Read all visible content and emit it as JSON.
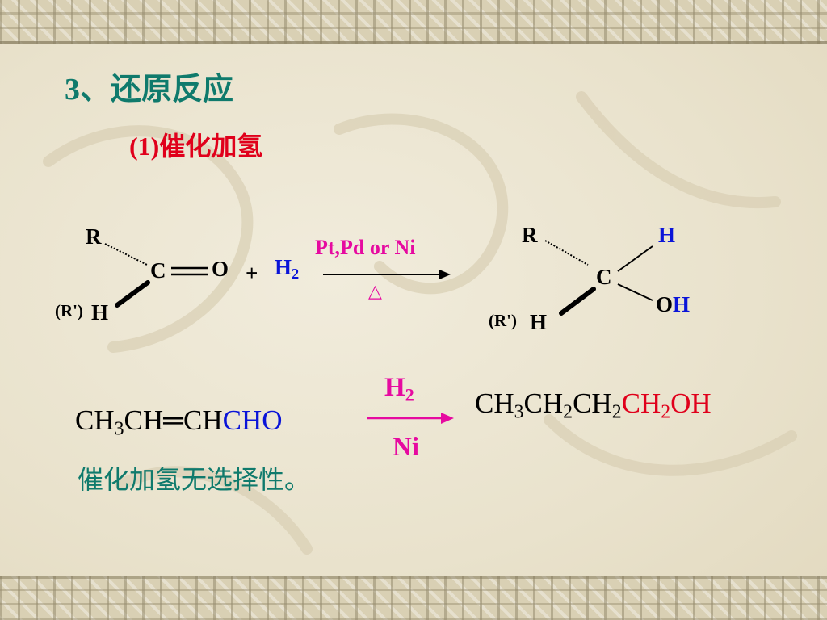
{
  "slide": {
    "heading": "3、还原反应",
    "subheading": "(1)催化加氢"
  },
  "reaction1": {
    "reactant": {
      "r": "R",
      "c": "C",
      "o": "O",
      "rprime": "(R')",
      "h": "H"
    },
    "plus": "+",
    "h2": {
      "h": "H",
      "sub": "2"
    },
    "catalyst": "Pt,Pd or Ni",
    "heat": "△",
    "product": {
      "r": "R",
      "c": "C",
      "h_top": "H",
      "o": "O",
      "oh_h": "H",
      "rprime": "(R')",
      "h": "H"
    }
  },
  "reaction2": {
    "reactant": {
      "a": "CH",
      "a_sub": "3",
      "b": "CH",
      "bond": "═",
      "c": "CH",
      "d": "CHO"
    },
    "reagent": {
      "h": "H",
      "sub": "2"
    },
    "catalyst": "Ni",
    "product": {
      "p1": "CH",
      "p1_sub": "3",
      "p2": "CH",
      "p2_sub": "2",
      "p3": "CH",
      "p3_sub": "2",
      "p4": "CH",
      "p4_sub": "2",
      "p5": "OH"
    }
  },
  "note": "催化加氢无选择性。",
  "colors": {
    "heading": "#0f7a6c",
    "subheading": "#e0001b",
    "blue": "#0a14d8",
    "magenta": "#e60aa0",
    "red": "#e0001b"
  }
}
